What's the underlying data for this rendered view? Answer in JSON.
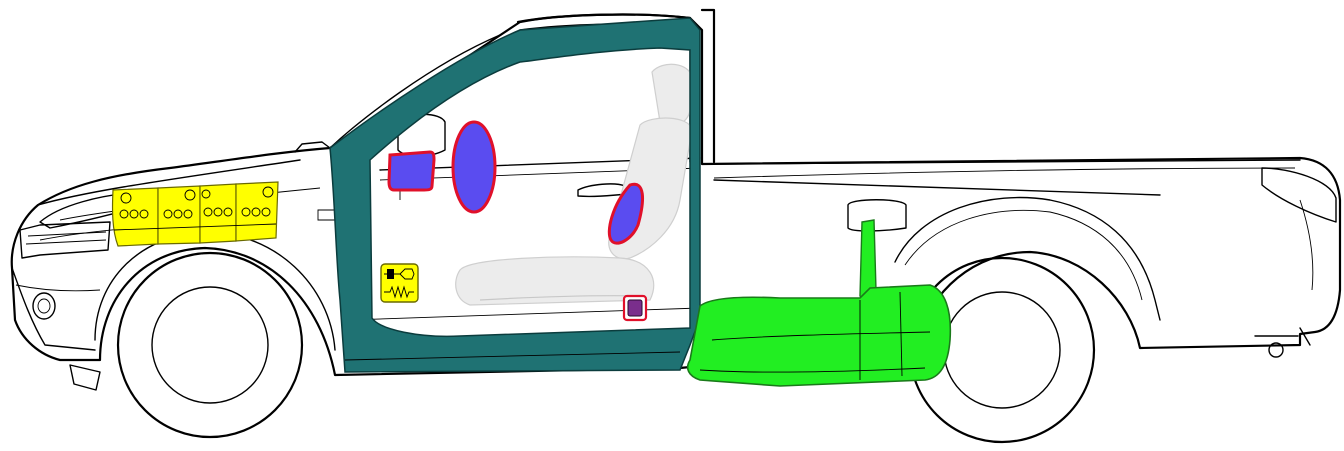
{
  "figure": {
    "subject": "pickup-truck-side-view",
    "colors": {
      "background": "#ffffff",
      "outline": "#000000",
      "door_frame": "#1f7273",
      "door_frame_edge": "#0b3c3d",
      "battery_pack": "#ffff00",
      "battery_edge": "#6a6a00",
      "airbag_fill": "#5a4cf0",
      "airbag_edge": "#e0102a",
      "control_module_fill": "#7a2e8c",
      "fuel_tank": "#22ee22",
      "fuel_tank_edge": "#1a7a1a",
      "seat": "#e6e6e6",
      "hv_warning_label": "#ffff00"
    },
    "components": [
      {
        "name": "battery-modules",
        "icon": "battery-icon",
        "count": 4
      },
      {
        "name": "door-frame-reinforcement",
        "icon": "door-frame-icon"
      },
      {
        "name": "curtain-airbag",
        "icon": "airbag-icon"
      },
      {
        "name": "side-airbag-front",
        "icon": "airbag-icon"
      },
      {
        "name": "seat-airbag",
        "icon": "airbag-icon"
      },
      {
        "name": "airbag-control-module",
        "icon": "control-module-icon"
      },
      {
        "name": "hv-warning-label",
        "icon": "resistor-warning-icon"
      },
      {
        "name": "fuel-tank",
        "icon": "fuel-tank-icon"
      },
      {
        "name": "fuel-filler-neck",
        "icon": "fuel-pipe-icon"
      }
    ]
  }
}
